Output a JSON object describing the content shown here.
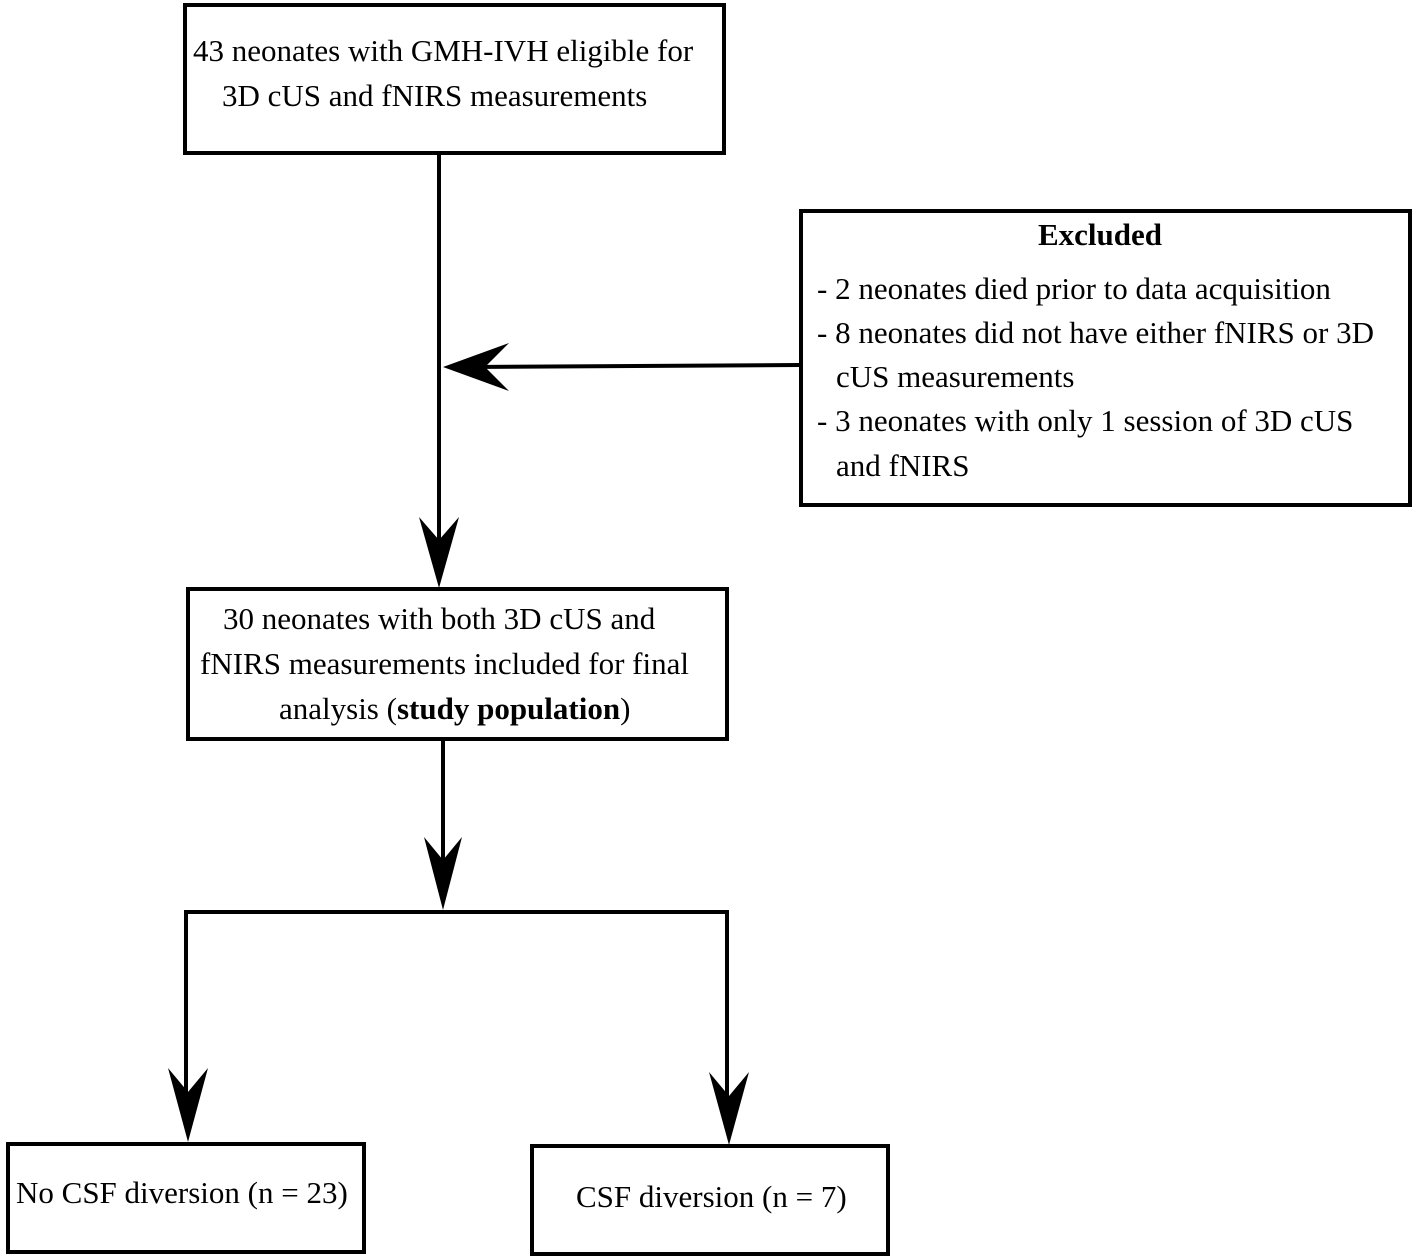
{
  "boxes": {
    "eligible": {
      "line1": "43 neonates with GMH-IVH eligible for",
      "line2": "3D cUS and fNIRS measurements"
    },
    "excluded": {
      "title": "Excluded",
      "item1": "- 2 neonates died prior to data acquisition",
      "item2_line1": "- 8 neonates did not have either fNIRS or 3D",
      "item2_line2": "cUS measurements",
      "item3_line1": "- 3 neonates with only 1 session of 3D cUS",
      "item3_line2": "and fNIRS"
    },
    "study": {
      "line1": "30 neonates with both 3D cUS and",
      "line2": "fNIRS measurements included for final",
      "line3_pre": "analysis (",
      "line3_bold": "study population",
      "line3_post": ")"
    },
    "no_csf": {
      "label": "No CSF diversion (n = 23)"
    },
    "csf": {
      "label": "CSF diversion (n = 7)"
    }
  }
}
